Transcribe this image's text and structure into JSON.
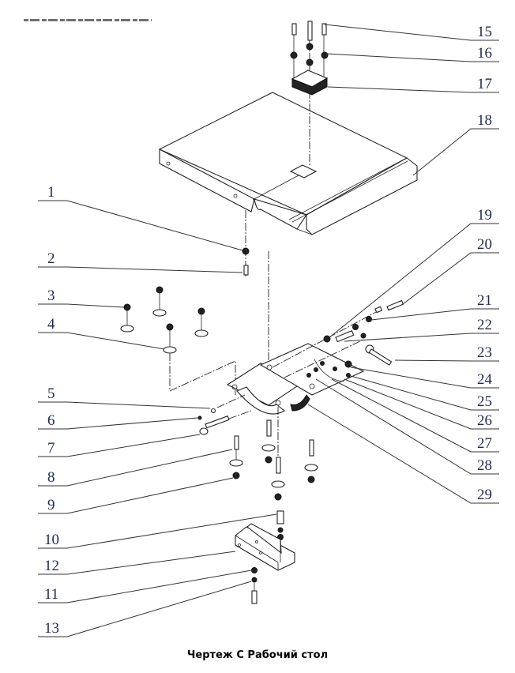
{
  "caption": "Чертеж С Рабочий стол",
  "header_fragment": "(cropped header text, illegible)",
  "callouts": [
    {
      "number": "1"
    },
    {
      "number": "2"
    },
    {
      "number": "3"
    },
    {
      "number": "4"
    },
    {
      "number": "5"
    },
    {
      "number": "6"
    },
    {
      "number": "7"
    },
    {
      "number": "8"
    },
    {
      "number": "9"
    },
    {
      "number": "10"
    },
    {
      "number": "12"
    },
    {
      "number": "11"
    },
    {
      "number": "13"
    },
    {
      "number": "15"
    },
    {
      "number": "16"
    },
    {
      "number": "17"
    },
    {
      "number": "18"
    },
    {
      "number": "19"
    },
    {
      "number": "20"
    },
    {
      "number": "21"
    },
    {
      "number": "22"
    },
    {
      "number": "23"
    },
    {
      "number": "24"
    },
    {
      "number": "25"
    },
    {
      "number": "26"
    },
    {
      "number": "27"
    },
    {
      "number": "28"
    },
    {
      "number": "29"
    }
  ],
  "colors": {
    "callout_text": "#1f2a55",
    "line": "#222222",
    "background": "#ffffff"
  }
}
